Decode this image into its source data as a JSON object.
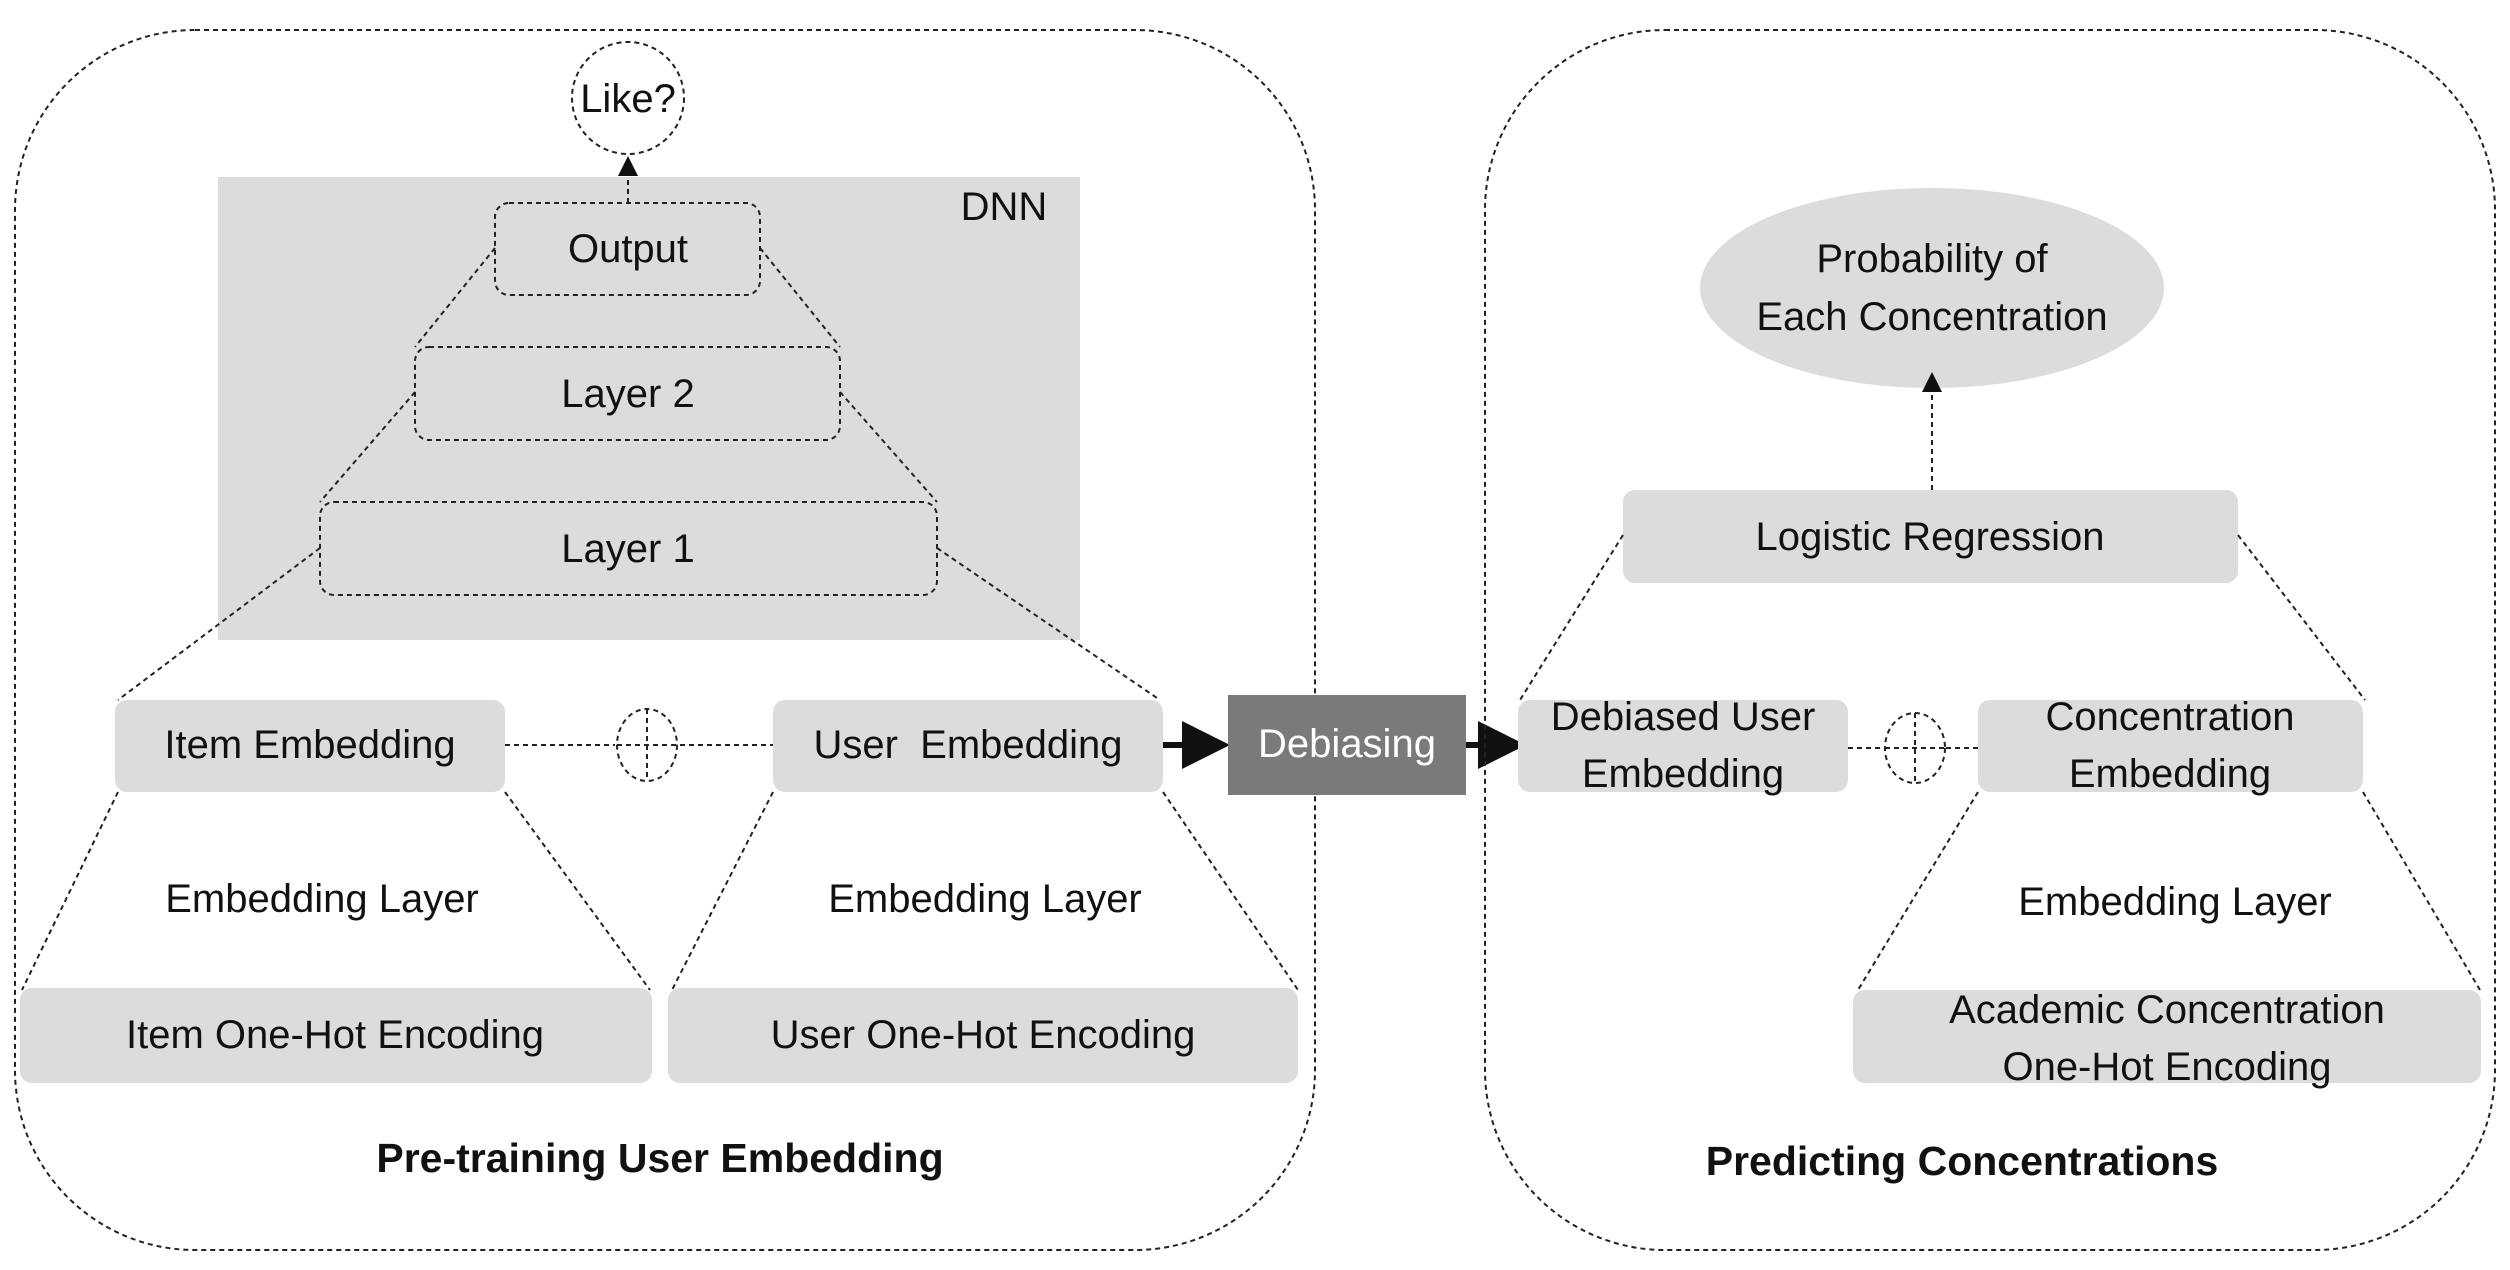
{
  "left_panel": {
    "title": "Pre-training User Embedding",
    "like_node": "Like?",
    "dnn_label": "DNN",
    "output": "Output",
    "layer2": "Layer 2",
    "layer1": "Layer 1",
    "item_embedding": "Item Embedding",
    "user_embedding": "User  Embedding",
    "embedding_layer_item": "Embedding Layer",
    "embedding_layer_user": "Embedding Layer",
    "item_onehot": "Item One-Hot Encoding",
    "user_onehot": "User One-Hot Encoding"
  },
  "debiasing": "Debiasing",
  "right_panel": {
    "title": "Predicting Concentrations",
    "probability_line1": "Probability of",
    "probability_line2": "Each Concentration",
    "logistic": "Logistic Regression",
    "debiased_line1": "Debiased User",
    "debiased_line2": "Embedding",
    "conc_emb_line1": "Concentration",
    "conc_emb_line2": "Embedding",
    "embedding_layer": "Embedding Layer",
    "academic_line1": "Academic Concentration",
    "academic_line2": "One-Hot Encoding"
  },
  "colors": {
    "box_fill": "#dcdcdc",
    "debias_fill": "#7a7a7a",
    "stroke": "#222222"
  }
}
